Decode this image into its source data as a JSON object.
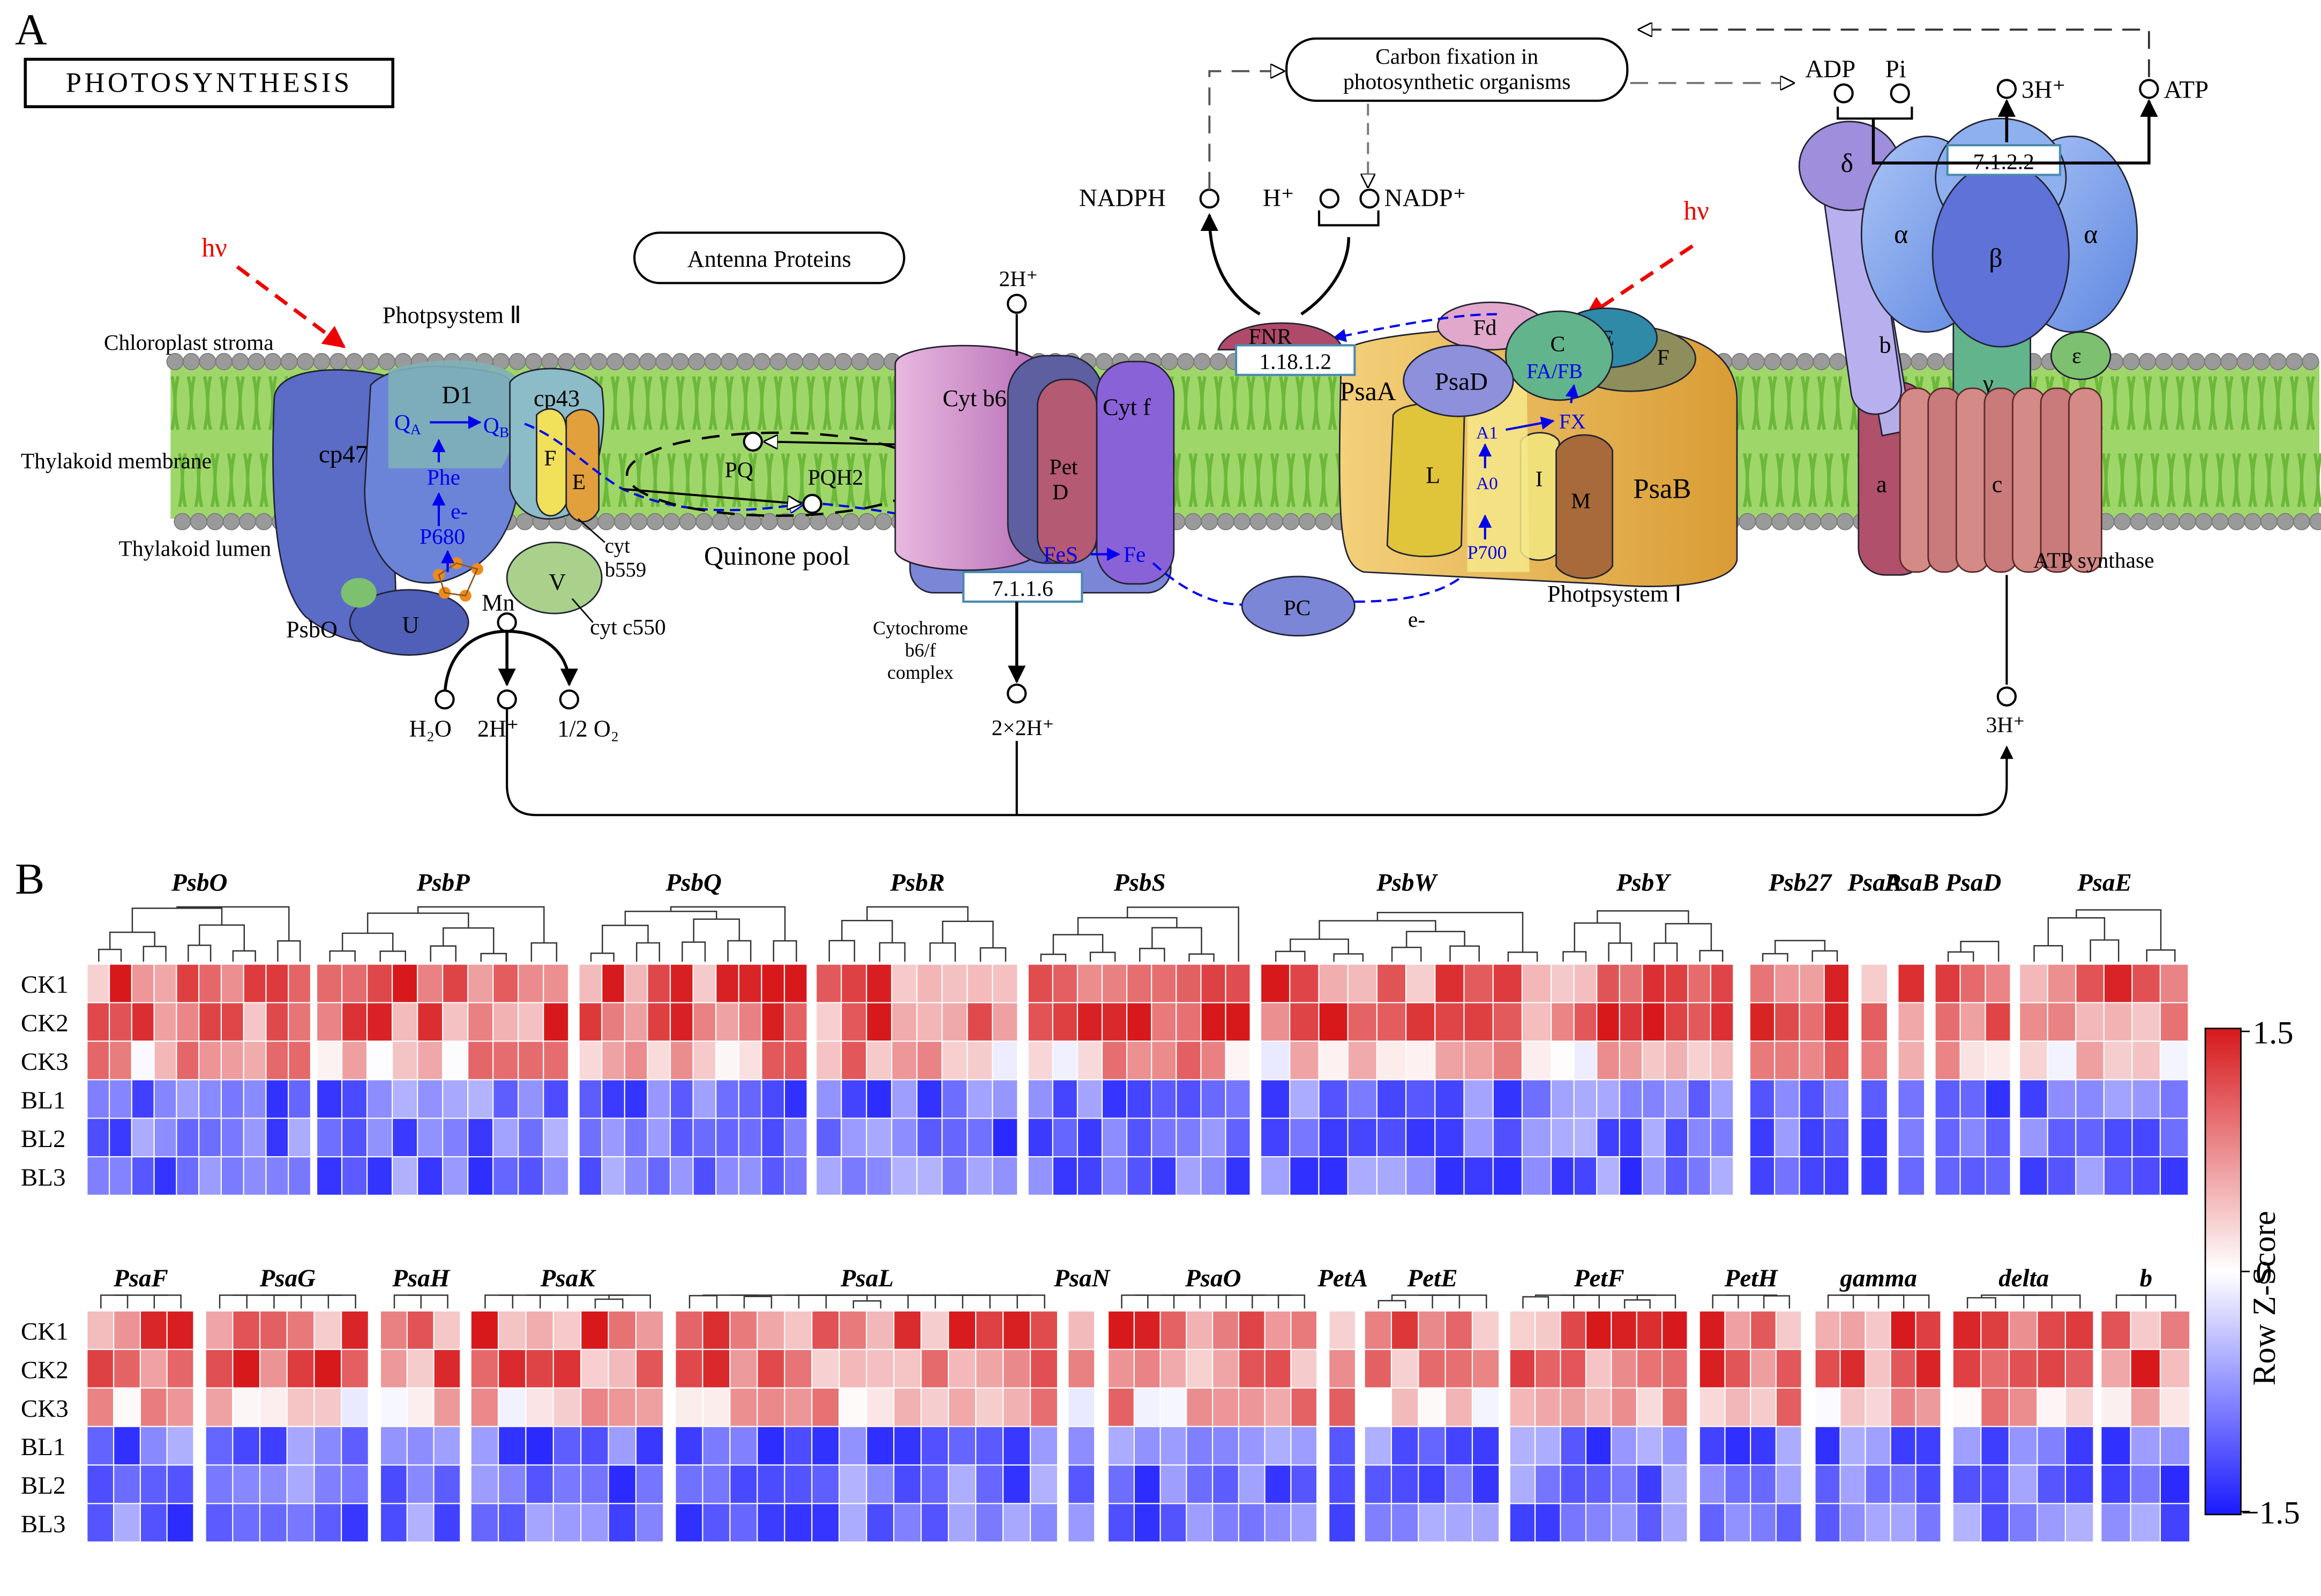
{
  "panel_a": {
    "panel_label": "A",
    "pathway_title": "PHOTOSYNTHESIS",
    "carbon_fixation": "Carbon fixation in photosynthetic organisms",
    "antenna": "Antenna Proteins",
    "stroma": "Chloroplast stroma",
    "membrane": "Thylakoid membrane",
    "lumen": "Thylakoid lumen",
    "ps2": "Photpsystem Ⅱ",
    "ps1": "Photpsystem Ⅰ",
    "hv": "hν",
    "quinone_pool": "Quinone pool",
    "cyt_complex": "Cytochrome b6/f complex",
    "atp_synthase": "ATP synthase",
    "ec_cyt": "7.1.1.6",
    "ec_fnr": "1.18.1.2",
    "ec_atp": "7.1.2.2",
    "labels": {
      "cp47": "cp47",
      "d1": "D1",
      "cp43": "cp43",
      "f": "F",
      "e": "E",
      "psbo": "PsbO",
      "u": "U",
      "v": "V",
      "cyt_b559": "cyt b559",
      "cyt_c550": "cyt c550",
      "mn": "Mn",
      "qa": "QA",
      "qb": "QB",
      "phe": "Phe",
      "eminus": "e-",
      "p680": "P680",
      "pq": "PQ",
      "pqh2": "PQH2",
      "cyt_b6": "Cyt b6",
      "pet_d": "Pet D",
      "cyt_f": "Cyt f",
      "fes": "FeS",
      "fe": "Fe",
      "pc": "PC",
      "fnr": "FNR",
      "fd": "Fd",
      "psad": "PsaD",
      "psaa": "PsaA",
      "psab": "PsaB",
      "c": "C",
      "e_ps1": "E",
      "f_ps1": "F",
      "fafb": "FA/FB",
      "fx": "FX",
      "a1": "A1",
      "a0": "A0",
      "p700": "P700",
      "l": "L",
      "i": "I",
      "m": "M",
      "delta": "δ",
      "alpha": "α",
      "beta": "β",
      "gamma": "γ",
      "epsilon": "ε",
      "b": "b",
      "a": "a",
      "c_ring": "c",
      "nadph": "NADPH",
      "hplus": "H⁺",
      "nadp": "NADP⁺",
      "adp": "ADP",
      "pi": "Pi",
      "h3_top": "3H⁺",
      "atp": "ATP",
      "h2_top": "2H⁺",
      "h2o": "H₂O",
      "h2_bottom": "2H⁺",
      "o2": "1/2 O₂",
      "h2x2": "2×2H⁺",
      "h3_bottom": "3H⁺"
    }
  },
  "panel_b": {
    "panel_label": "B",
    "rows": [
      "CK1",
      "CK2",
      "CK3",
      "BL1",
      "BL2",
      "BL3"
    ],
    "colorbar": {
      "title": "Row Z-Score",
      "max_label": "1.5",
      "mid_label": "0",
      "min_label": "−1.5",
      "high_color": "#d7191c",
      "mid_color": "#ffffff",
      "low_color": "#1a1aff"
    },
    "genes_row1": [
      "PsbO",
      "PsbP",
      "PsbQ",
      "PsbR",
      "PsbS",
      "PsbW",
      "PsbY",
      "Psb27",
      "PsaA",
      "PsaB",
      "PsaD",
      "PsaE"
    ],
    "genes_row2": [
      "PsaF",
      "PsaG",
      "PsaH",
      "PsaK",
      "PsaL",
      "PsaN",
      "PsaO",
      "PetA",
      "PetE",
      "PetF",
      "PetH",
      "gamma",
      "delta",
      "b"
    ]
  }
}
